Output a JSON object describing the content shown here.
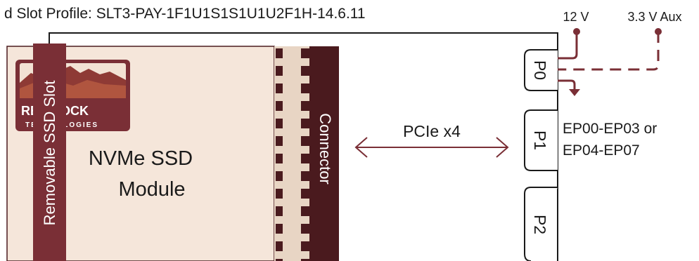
{
  "title": "d Slot Profile: SLT3-PAY-1F1U1S1S1U1U2F1H-14.6.11",
  "power": {
    "v12": "12 V",
    "v33": "3.3 V Aux"
  },
  "module": {
    "line1": "NVMe SSD",
    "line2": "Module"
  },
  "slot_label": "Removable SSD Slot",
  "connector_label": "Connector",
  "link_label": "PCIe x4",
  "logo": {
    "line1": "RED ROCK",
    "line2": "TECHNOLOGIES"
  },
  "ports": [
    "P0",
    "P1",
    "P2"
  ],
  "endpoints": {
    "line1": "EP00-EP03 or",
    "line2": "EP04-EP07"
  },
  "colors": {
    "accent": "#7a2f36",
    "module_fill": "#f5e6da",
    "connector_dark": "#4a1a1e",
    "tan": "#e8d5c4"
  }
}
